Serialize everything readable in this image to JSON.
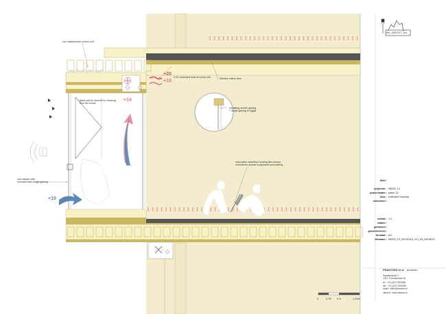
{
  "drawing": {
    "notes": {
      "roof": "low-maintenance sedum roof",
      "co2_unit": "CO2 controlled heat recovery unit",
      "slimline_floor": "Slimline hollow floor",
      "glass_cleaning_1": "glass can be opened for cleaning",
      "glass_cleaning_2": "from the inside",
      "insulating_glazing_1": "insulating double glazing",
      "insulating_glazing_2": "+ single glazing in loggia",
      "underfloor_1": "removable underfloor heating tiles ensure",
      "underfloor_2": "unhindered access to pipework and cabling",
      "facade_1": "new facade with",
      "facade_2": "soundproofed single glazing"
    },
    "temperatures": {
      "supply_hot": "+20",
      "supply_cool": "+18",
      "loggia": "+14",
      "outside": "+10"
    },
    "colors": {
      "wall_fill": "#f3ecce",
      "insulation": "#f8f2c8",
      "slab_band": "#c8b860",
      "dark_layer": "#555555",
      "warm_air": "#e8788c",
      "cool_air": "#5a8ab4"
    }
  },
  "title_block": {
    "logo_text": "the_ARCHIT_ect",
    "rows": [
      {
        "key": "blad",
        "value": ""
      },
      {
        "key": "projectnr",
        "value": "08200_13"
      },
      {
        "key": "projectnaam",
        "value": "patch 22"
      },
      {
        "key": "fase",
        "value": "Definitief Ontwerp"
      },
      {
        "key": "onderdeel",
        "value": ""
      },
      {
        "key": "schaal",
        "value": "1:1"
      },
      {
        "key": "datum",
        "value": ""
      },
      {
        "key": "getekend",
        "value": ""
      },
      {
        "key": "gecontroleerd",
        "value": ""
      },
      {
        "key": "formaat",
        "value": "A3"
      },
      {
        "key": "filenaam",
        "value": "08200_13_20131016_DO_03_INF.MCD"
      }
    ],
    "office": {
      "name": "FRANTZEN et al",
      "subtitle": "architecten",
      "address_1": "Haarlemstraat 3",
      "address_2": "1021 JT Amsterdam NL",
      "tel": "tel : +31 (0)20 7800038",
      "fax": "fax : +31 (0)20 7800939",
      "email": "email : office@frantzen.nl",
      "web": "internet : www.frantzen.nl"
    }
  },
  "scale_bar": {
    "labels": [
      "0",
      "0.25",
      "0.5",
      "1.25m"
    ]
  }
}
